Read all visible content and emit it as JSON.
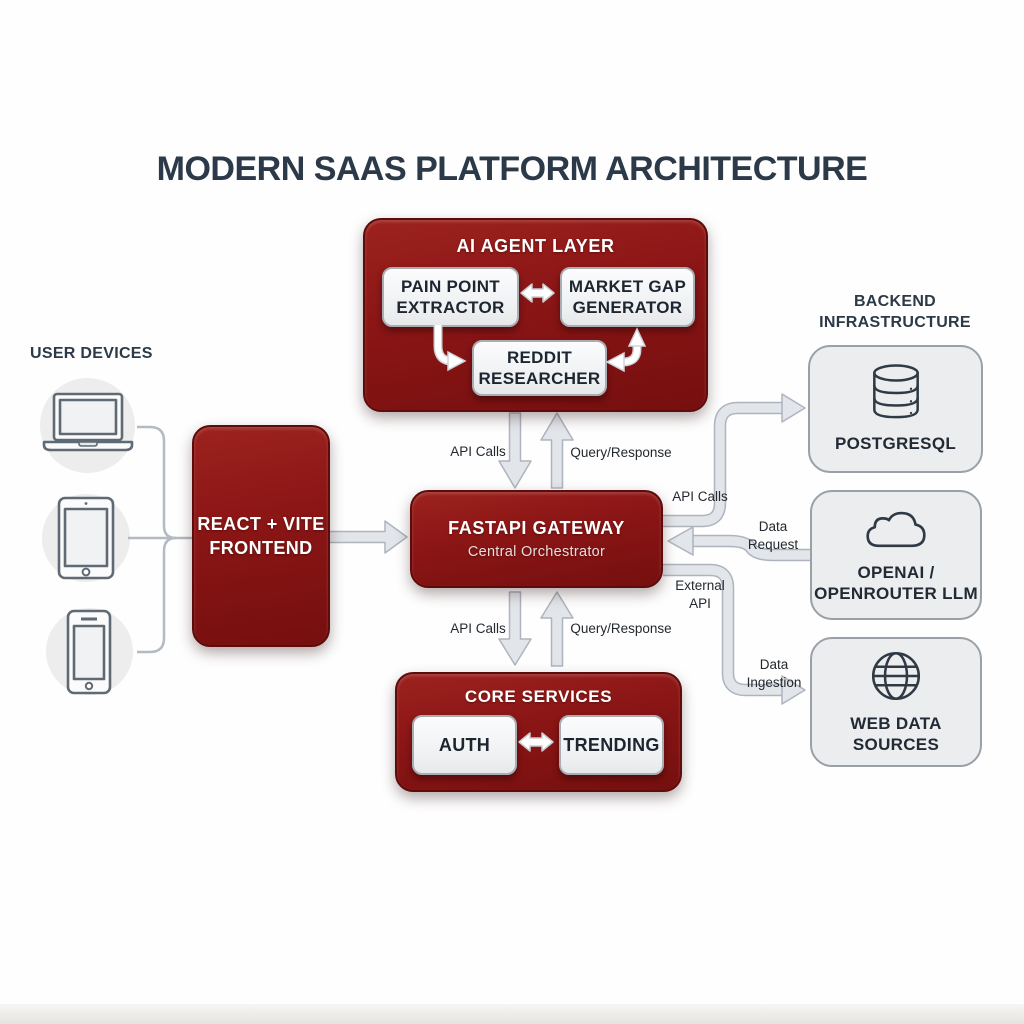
{
  "title": "MODERN SAAS PLATFORM ARCHITECTURE",
  "user_devices": {
    "heading": "USER DEVICES",
    "devices": [
      {
        "icon": "laptop-icon"
      },
      {
        "icon": "tablet-icon"
      },
      {
        "icon": "smartphone-icon"
      }
    ]
  },
  "frontend": {
    "label": "REACT + VITE\nFRONTEND"
  },
  "ai_agent_layer": {
    "title": "AI AGENT LAYER",
    "pain_point": "PAIN POINT\nEXTRACTOR",
    "market_gap": "MARKET GAP\nGENERATOR",
    "reddit": "REDDIT\nRESEARCHER"
  },
  "gateway": {
    "title": "FASTAPI GATEWAY",
    "subtitle": "Central Orchestrator"
  },
  "core_services": {
    "title": "CORE SERVICES",
    "auth": "AUTH",
    "trending": "TRENDING"
  },
  "backend": {
    "heading": "BACKEND\nINFRASTRUCTURE",
    "postgres": {
      "label": "POSTGRESQL",
      "icon": "database-icon"
    },
    "llm": {
      "label": "OPENAI /\nOPENROUTER LLM",
      "icon": "cloud-icon"
    },
    "web": {
      "label": "WEB DATA\nSOURCES",
      "icon": "globe-icon"
    }
  },
  "edges": {
    "api_calls_top": "API Calls",
    "query_response_top": "Query/Response",
    "api_calls_bottom": "API Calls",
    "query_response_bottom": "Query/Response",
    "api_calls_right": "API Calls",
    "data_request": "Data\nRequest",
    "external_api": "External\nAPI",
    "data_ingestion": "Data\nIngestion"
  },
  "colors": {
    "accent_red": "#8a1515",
    "heading_text": "#2c3947",
    "arrow_fill": "#e2e5e9",
    "arrow_stroke": "#adb4bf",
    "box_gray": "#ecedef"
  }
}
